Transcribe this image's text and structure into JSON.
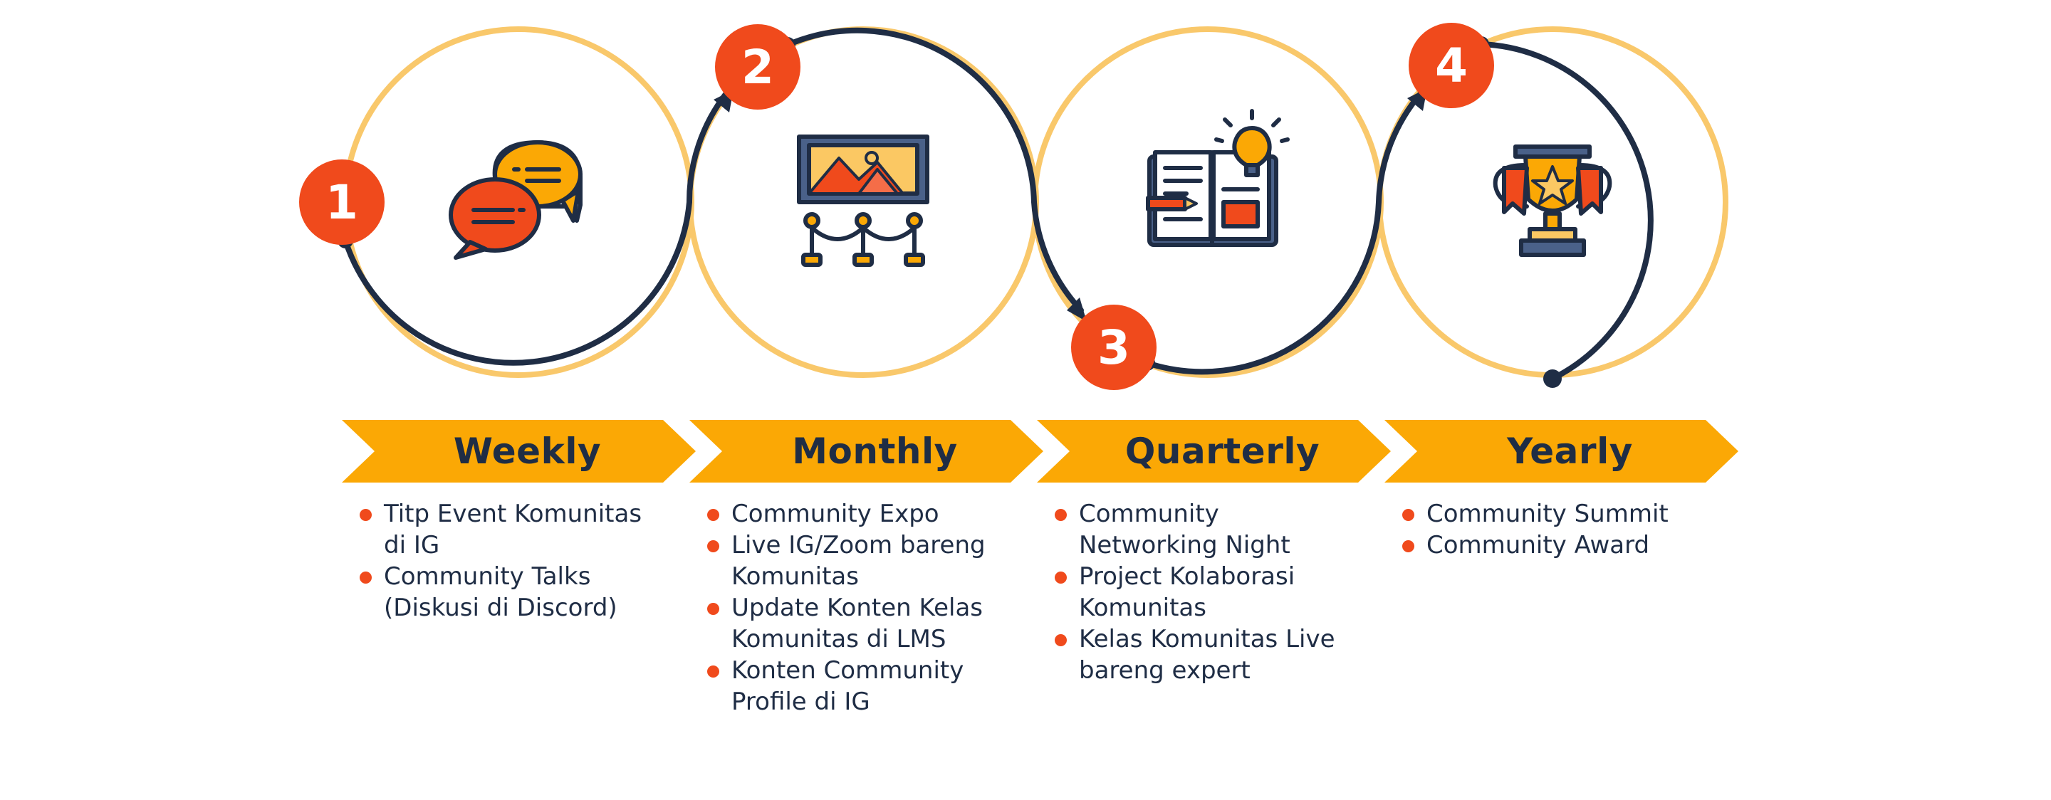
{
  "colors": {
    "navy": "#1f2d45",
    "gold_ring": "#f9c86b",
    "orange": "#fba805",
    "red": "#f04a1c"
  },
  "stages": [
    {
      "number": "1",
      "title": "Weekly",
      "icon": "chat-bubbles-icon",
      "items": [
        "Titp Event Komunitas di IG",
        "Community Talks (Diskusi di Discord)"
      ]
    },
    {
      "number": "2",
      "title": "Monthly",
      "icon": "gallery-exhibition-icon",
      "items": [
        "Community Expo",
        "Live IG/Zoom bareng Komunitas",
        "Update Konten Kelas Komunitas di LMS",
        "Konten Community Profile di IG"
      ]
    },
    {
      "number": "3",
      "title": "Quarterly",
      "icon": "open-book-idea-icon",
      "items": [
        "Community Networking Night",
        "Project Kolaborasi Komunitas",
        "Kelas Komunitas Live bareng expert"
      ]
    },
    {
      "number": "4",
      "title": "Yearly",
      "icon": "trophy-icon",
      "items": [
        "Community Summit",
        "Community Award"
      ]
    }
  ]
}
